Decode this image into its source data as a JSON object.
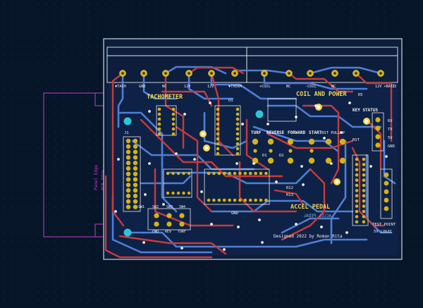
{
  "colors": {
    "background": "#061528",
    "grid": "#1c3350",
    "board_edge": "#cfd6dc",
    "front_copper": "#c83a3a",
    "back_copper": "#4f7fd6",
    "silkscreen": "#f1f1f1",
    "silkscreen_yellow": "#f2d54a",
    "pad": "#d4b21a",
    "pad_hole": "#3a2a08",
    "via": "#f0f0f0",
    "mounting_hole": "#2ec6d6",
    "user_drawings": "#c040c8",
    "zone_fill": "#1b2e5a"
  },
  "connector": {
    "labels": [
      "▼TACH",
      "GND",
      "NC",
      "12V",
      "12V",
      "▼THERM",
      "+COIL",
      "NC",
      "-COIL",
      "NC",
      "12V\n+BATT"
    ],
    "ref": "J2"
  },
  "silk": {
    "tachometer": "TACHOMETER",
    "coil_and_power": "COIL AND POWER",
    "key_status": "KEY STATUS",
    "turf": "TURF",
    "reverse": "REVERSE",
    "forward": "FORWARD",
    "start": "START",
    "rst_pullup": "RST PULLUP",
    "rst": "RST",
    "accel_pedal": "ACCEL PEDAL",
    "accel_pedal_mirror": "ACCEL PEDAL",
    "designed_by": "Designed 2022 by Roman Rita",
    "panel_edge": "Panel Edge",
    "pcb_edge": "PCB Edge",
    "test_point": "TEST POINT",
    "logic_5v": "5V LOGIC",
    "rx": "RX",
    "tx": "TX",
    "v5": "5V",
    "gnd": "GND",
    "sw1": "SW1",
    "sw2": "SW2",
    "sw3": "SW3",
    "sw4": "SW4",
    "fwd": "FWD",
    "rev": "REV",
    "turf_sw": "TURF",
    "r5": "R5",
    "u1": "U1",
    "r12": "R12",
    "r13": "R13",
    "d1": "D1",
    "d2": "D2",
    "j1": "J1",
    "gnd2": "GND"
  }
}
